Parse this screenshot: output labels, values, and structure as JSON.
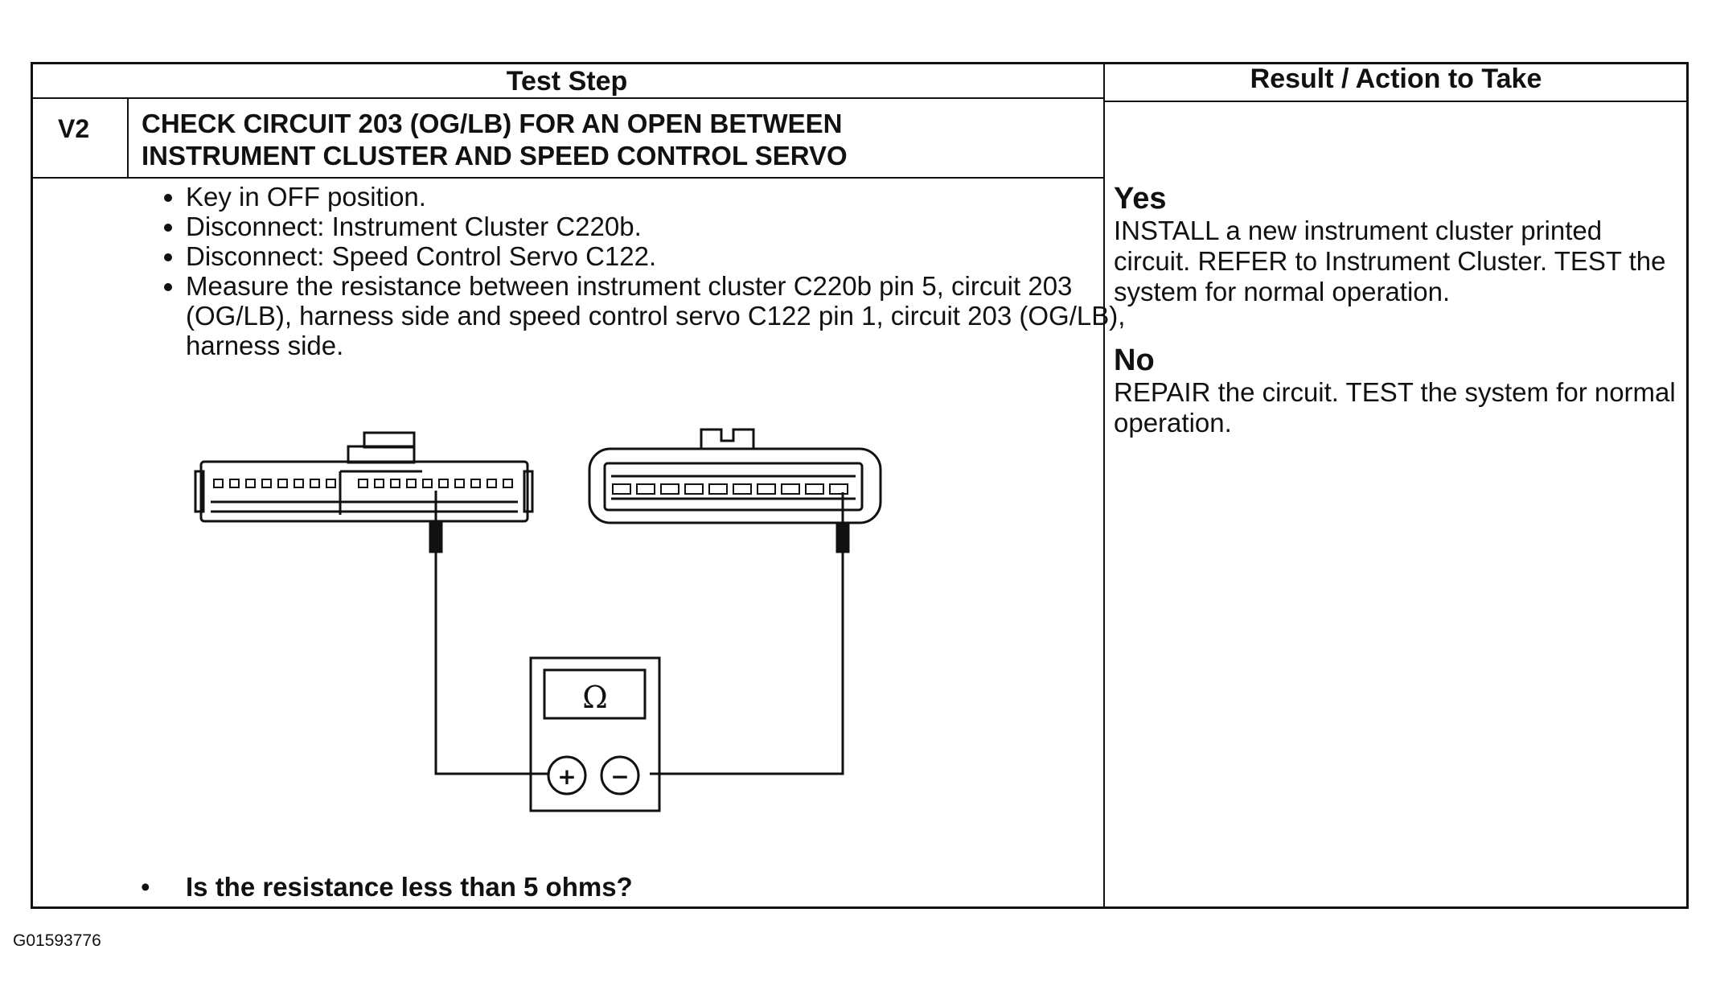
{
  "table": {
    "header_test_step": "Test Step",
    "header_result": "Result / Action to Take",
    "step_id": "V2",
    "step_title_line1": "CHECK CIRCUIT 203 (OG/LB) FOR AN OPEN BETWEEN",
    "step_title_line2": "INSTRUMENT CLUSTER AND SPEED CONTROL SERVO",
    "instructions": [
      "Key in OFF position.",
      "Disconnect: Instrument Cluster C220b.",
      "Disconnect: Speed Control Servo C122.",
      "Measure the resistance between instrument cluster C220b pin 5, circuit 203 (OG/LB), harness side and speed control servo C122 pin 1, circuit 203 (OG/LB), harness side."
    ],
    "question": "Is the resistance less than 5 ohms?",
    "results": {
      "yes_label": "Yes",
      "yes_text": "INSTALL a new instrument cluster printed circuit. REFER to Instrument Cluster. TEST the system for normal operation.",
      "no_label": "No",
      "no_text": "REPAIR the circuit. TEST the system for normal operation."
    }
  },
  "diagram": {
    "meter_symbol": "Ω",
    "plus_symbol": "+",
    "minus_symbol": "−"
  },
  "figure_code": "G01593776"
}
